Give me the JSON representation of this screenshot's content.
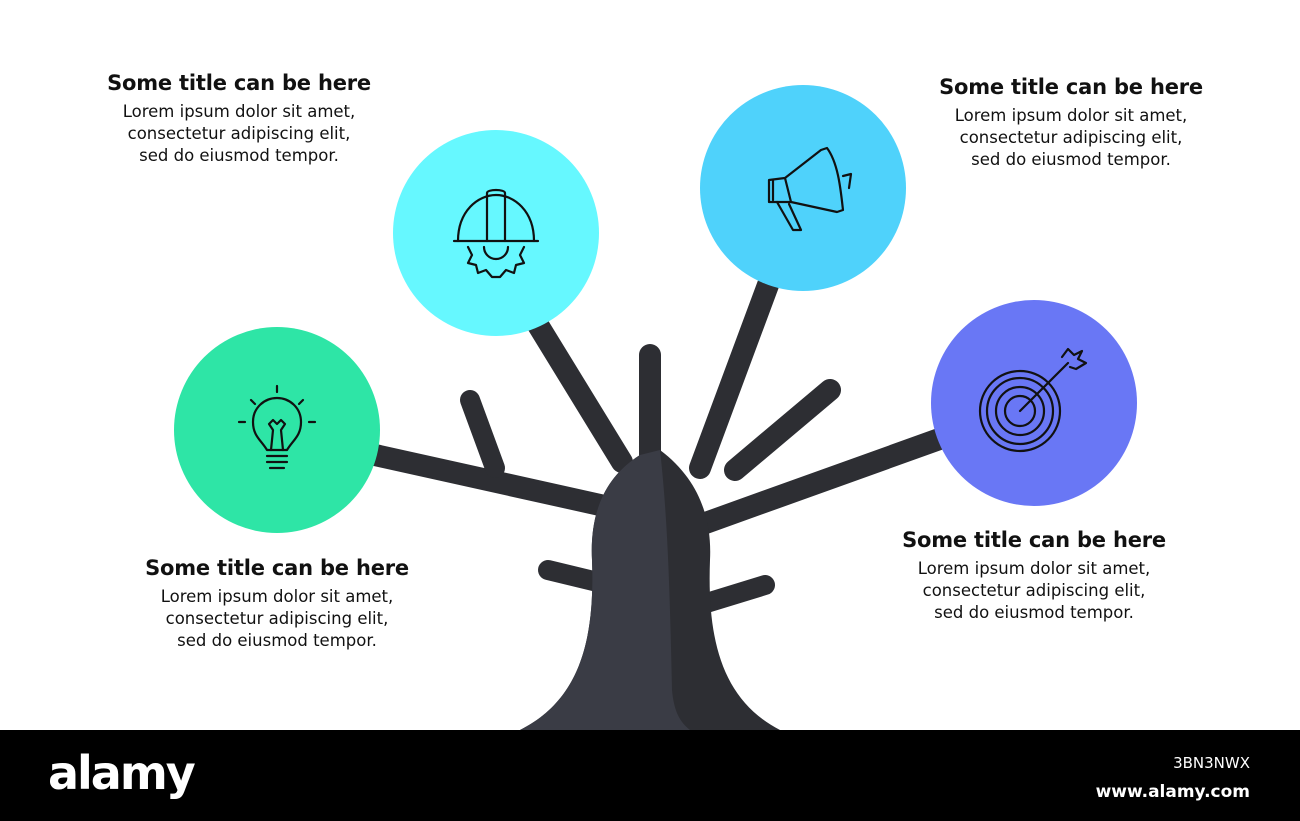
{
  "colors": {
    "trunk_dark": "#2d2e33",
    "trunk_light": "#3a3c45",
    "circle_1": "#66f8ff",
    "circle_2": "#4fd2fb",
    "circle_3": "#2ee5a6",
    "circle_4": "#6977f5",
    "icon_stroke": "#111111"
  },
  "items": [
    {
      "title": "Some title can be here",
      "body": "Lorem ipsum dolor sit amet,\nconsectetur adipiscing elit,\nsed do eiusmod tempor.",
      "icon": "hard-hat-gear-icon"
    },
    {
      "title": "Some title can be here",
      "body": "Lorem ipsum dolor sit amet,\nconsectetur adipiscing elit,\nsed do eiusmod tempor.",
      "icon": "megaphone-icon"
    },
    {
      "title": "Some title can be here",
      "body": "Lorem ipsum dolor sit amet,\nconsectetur adipiscing elit,\nsed do eiusmod tempor.",
      "icon": "lightbulb-icon"
    },
    {
      "title": "Some title can be here",
      "body": "Lorem ipsum dolor sit amet,\nconsectetur adipiscing elit,\nsed do eiusmod tempor.",
      "icon": "target-arrow-icon"
    }
  ],
  "footer": {
    "brand": "alamy",
    "image_id": "3BN3NWX",
    "url": "www.alamy.com"
  }
}
